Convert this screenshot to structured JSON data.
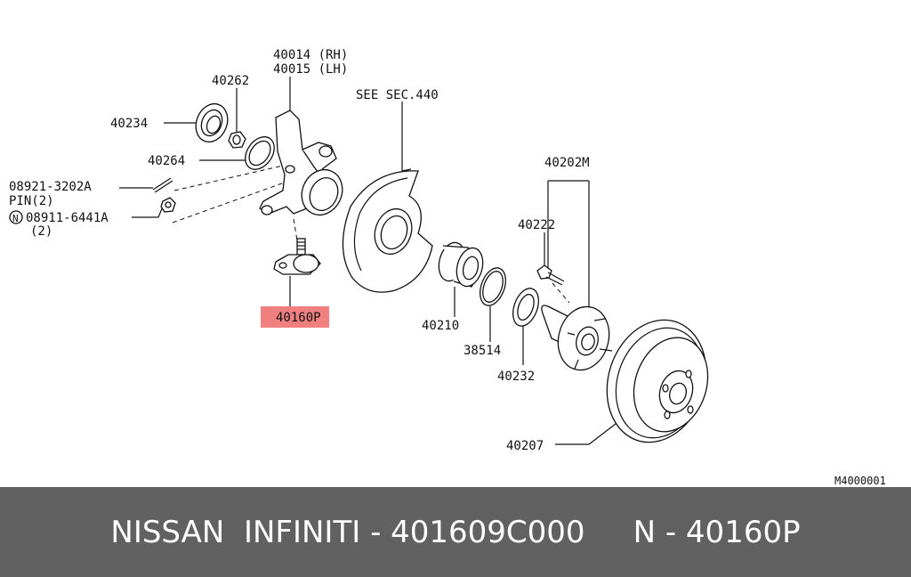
{
  "labels": {
    "knuckle_rh": "40014 (RH)",
    "knuckle_lh": "40015 (LH)",
    "nut": "40262",
    "seal": "40234",
    "snap_ring_small": "40264",
    "pin_part": "08921-3202A",
    "pin_qty": "PIN(2)",
    "nut_part": "08911-6441A",
    "nut_qty": "(2)",
    "nut_symbol": "N",
    "see_sec": "SEE SEC.440",
    "hub_assembly": "40202M",
    "hub_bolt": "40222",
    "bearing": "40210",
    "snap_ring": "38514",
    "hub_seal": "40232",
    "ball_joint": "40160P",
    "rotor": "40207",
    "drawing_code": "M4000001"
  },
  "highlight_color": "#f08080",
  "footer": {
    "text": "NISSAN  INFINITI - 401609C000     N - 40160P"
  }
}
